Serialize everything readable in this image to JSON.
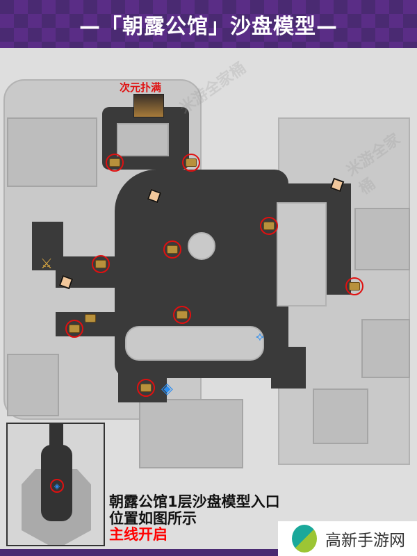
{
  "header": {
    "title": "—「朝露公馆」沙盘模型—"
  },
  "map": {
    "boss_label": "次元扑满",
    "watermark": "米游全家桶",
    "markers": {
      "chests_circled": 9,
      "puzzles": 3,
      "teleports": 2
    }
  },
  "caption": {
    "line1": "朝露公馆1层沙盘模型入口",
    "line2": "位置如图所示",
    "line3": "主线开启"
  },
  "site_logo": {
    "text": "高新手游网"
  },
  "colors": {
    "header": "#4a2a72",
    "highlight": "#e01010",
    "floor": "#3a3a3a"
  }
}
